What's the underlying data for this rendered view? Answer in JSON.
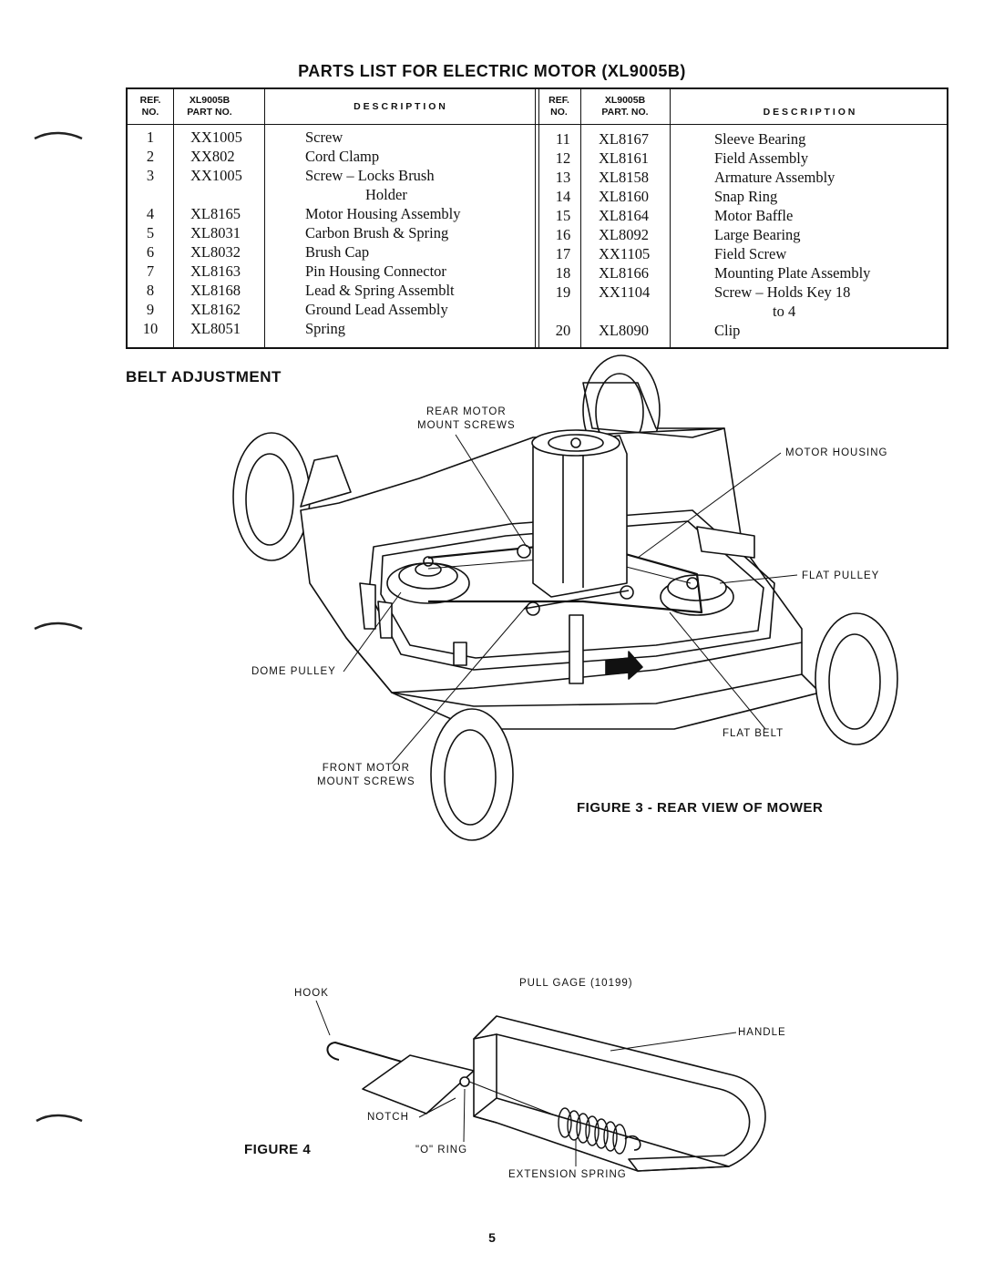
{
  "title": "PARTS LIST FOR ELECTRIC MOTOR (XL9005B)",
  "table": {
    "headers": {
      "ref_no": "REF.\nNO.",
      "part_no": "XL9005B\nPART NO.",
      "part_no_right": "XL9005B\nPART. NO.",
      "description": "D E S C R I P T I O N"
    },
    "left_rows": [
      {
        "ref": "1",
        "part": "XX1005",
        "desc": "Screw"
      },
      {
        "ref": "2",
        "part": "XX802",
        "desc": "Cord Clamp"
      },
      {
        "ref": "3",
        "part": "XX1005",
        "desc": "Screw – Locks Brush"
      },
      {
        "ref": "",
        "part": "",
        "desc": "Holder"
      },
      {
        "ref": "4",
        "part": "XL8165",
        "desc": "Motor Housing Assembly"
      },
      {
        "ref": "5",
        "part": "XL8031",
        "desc": "Carbon Brush & Spring"
      },
      {
        "ref": "6",
        "part": "XL8032",
        "desc": "Brush Cap"
      },
      {
        "ref": "7",
        "part": "XL8163",
        "desc": "Pin Housing Connector"
      },
      {
        "ref": "8",
        "part": "XL8168",
        "desc": "Lead & Spring Assemblt"
      },
      {
        "ref": "9",
        "part": "XL8162",
        "desc": "Ground Lead Assembly"
      },
      {
        "ref": "10",
        "part": "XL8051",
        "desc": "Spring"
      }
    ],
    "right_rows": [
      {
        "ref": "11",
        "part": "XL8167",
        "desc": "Sleeve Bearing"
      },
      {
        "ref": "12",
        "part": "XL8161",
        "desc": "Field Assembly"
      },
      {
        "ref": "13",
        "part": "XL8158",
        "desc": "Armature Assembly"
      },
      {
        "ref": "14",
        "part": "XL8160",
        "desc": "Snap Ring"
      },
      {
        "ref": "15",
        "part": "XL8164",
        "desc": "Motor Baffle"
      },
      {
        "ref": "16",
        "part": "XL8092",
        "desc": "Large Bearing"
      },
      {
        "ref": "17",
        "part": "XX1105",
        "desc": "Field Screw"
      },
      {
        "ref": "18",
        "part": "XL8166",
        "desc": "Mounting Plate Assembly"
      },
      {
        "ref": "19",
        "part": "XX1104",
        "desc": "Screw – Holds Key 18"
      },
      {
        "ref": "",
        "part": "",
        "desc": "to 4"
      },
      {
        "ref": "20",
        "part": "XL8090",
        "desc": "Clip"
      }
    ]
  },
  "belt_section": {
    "heading": "BELT ADJUSTMENT",
    "labels": {
      "rear_motor_mount_screws": "REAR MOTOR\nMOUNT SCREWS",
      "motor_housing": "MOTOR HOUSING",
      "flat_pulley": "FLAT PULLEY",
      "dome_pulley": "DOME PULLEY",
      "flat_belt": "FLAT BELT",
      "front_motor_mount_screws": "FRONT MOTOR\nMOUNT SCREWS"
    },
    "figure_caption": "FIGURE 3  - REAR VIEW OF MOWER"
  },
  "pull_gage_section": {
    "labels": {
      "pull_gage": "PULL GAGE (10199)",
      "hook": "HOOK",
      "handle": "HANDLE",
      "notch": "NOTCH",
      "o_ring": "\"O\" RING",
      "extension_spring": "EXTENSION SPRING"
    },
    "figure_caption": "FIGURE 4"
  },
  "page_number": "5"
}
